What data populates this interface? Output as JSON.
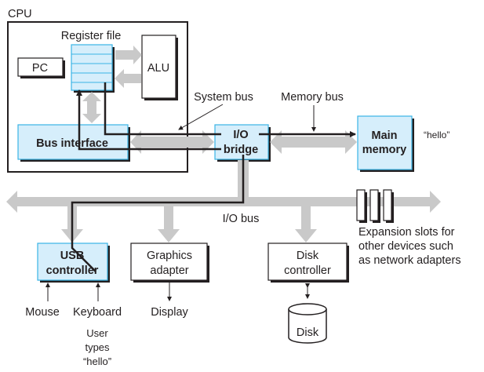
{
  "cpu": {
    "label": "CPU",
    "register_file": "Register file",
    "pc": "PC",
    "alu": "ALU",
    "bus_interface": "Bus interface"
  },
  "buses": {
    "system_bus": "System bus",
    "memory_bus": "Memory bus",
    "io_bus": "I/O bus"
  },
  "io_bridge": {
    "line1": "I/O",
    "line2": "bridge"
  },
  "main_memory": {
    "line1": "Main",
    "line2": "memory",
    "contents": "“hello”"
  },
  "usb_controller": {
    "line1": "USB",
    "line2": "controller"
  },
  "graphics_adapter": {
    "line1": "Graphics",
    "line2": "adapter"
  },
  "disk_controller": {
    "line1": "Disk",
    "line2": "controller"
  },
  "devices": {
    "mouse": "Mouse",
    "keyboard": "Keyboard",
    "display": "Display",
    "disk": "Disk"
  },
  "user_note": {
    "line1": "User",
    "line2": "types",
    "line3": "“hello”"
  },
  "expansion": {
    "line1": "Expansion slots for",
    "line2": "other devices such",
    "line3": "as network adapters"
  },
  "colors": {
    "component_fill": "#d6eefb",
    "component_stroke": "#3ab4e6",
    "bus_gray": "#c9c9c9",
    "data_path": "#231f20"
  }
}
